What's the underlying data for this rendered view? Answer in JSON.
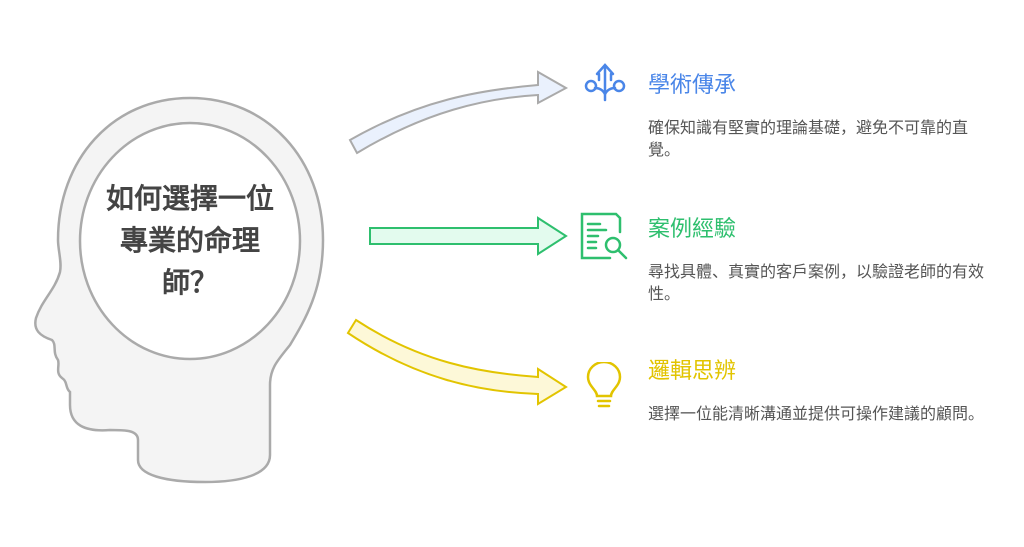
{
  "center": {
    "question": "如何選擇一位專業的命理師？"
  },
  "items": [
    {
      "title": "學術傳承",
      "description": "確保知識有堅實的理論基礎，避免不可靠的直覺。",
      "icon": "academic-branch-icon",
      "color": "#4a86e8",
      "fill": "#eaf1fd"
    },
    {
      "title": "案例經驗",
      "description": "尋找具體、真實的客戶案例，以驗證老師的有效性。",
      "icon": "document-search-icon",
      "color": "#2ebf6e",
      "fill": "#e3fbee"
    },
    {
      "title": "邏輯思辨",
      "description": "選擇一位能清晰溝通並提供可操作建議的顧問。",
      "icon": "lightbulb-icon",
      "color": "#e2c400",
      "fill": "#fdf8d8"
    }
  ]
}
